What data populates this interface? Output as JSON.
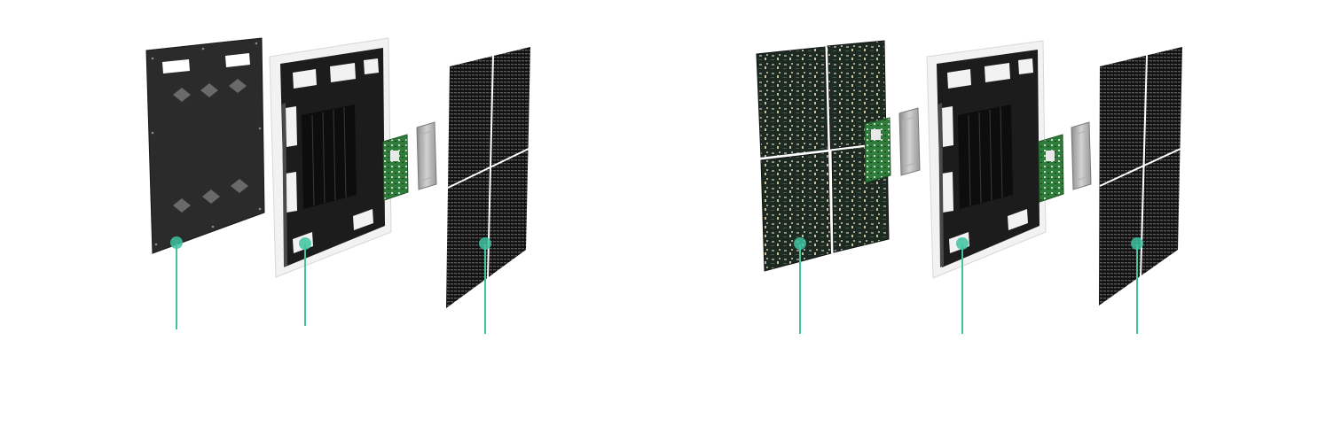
{
  "diagram": {
    "accent_color": "#3fc3a0",
    "assemblies": [
      {
        "name": "left-assembly",
        "components": [
          "back-cover-plate",
          "cabinet-frame",
          "receiving-card",
          "power-supply",
          "led-module-panel"
        ],
        "callout_markers": 3
      },
      {
        "name": "right-assembly",
        "components": [
          "hub-board-quad",
          "power-supply",
          "cabinet-frame",
          "receiving-card",
          "power-supply",
          "led-module-panel"
        ],
        "callout_markers": 3
      }
    ]
  }
}
